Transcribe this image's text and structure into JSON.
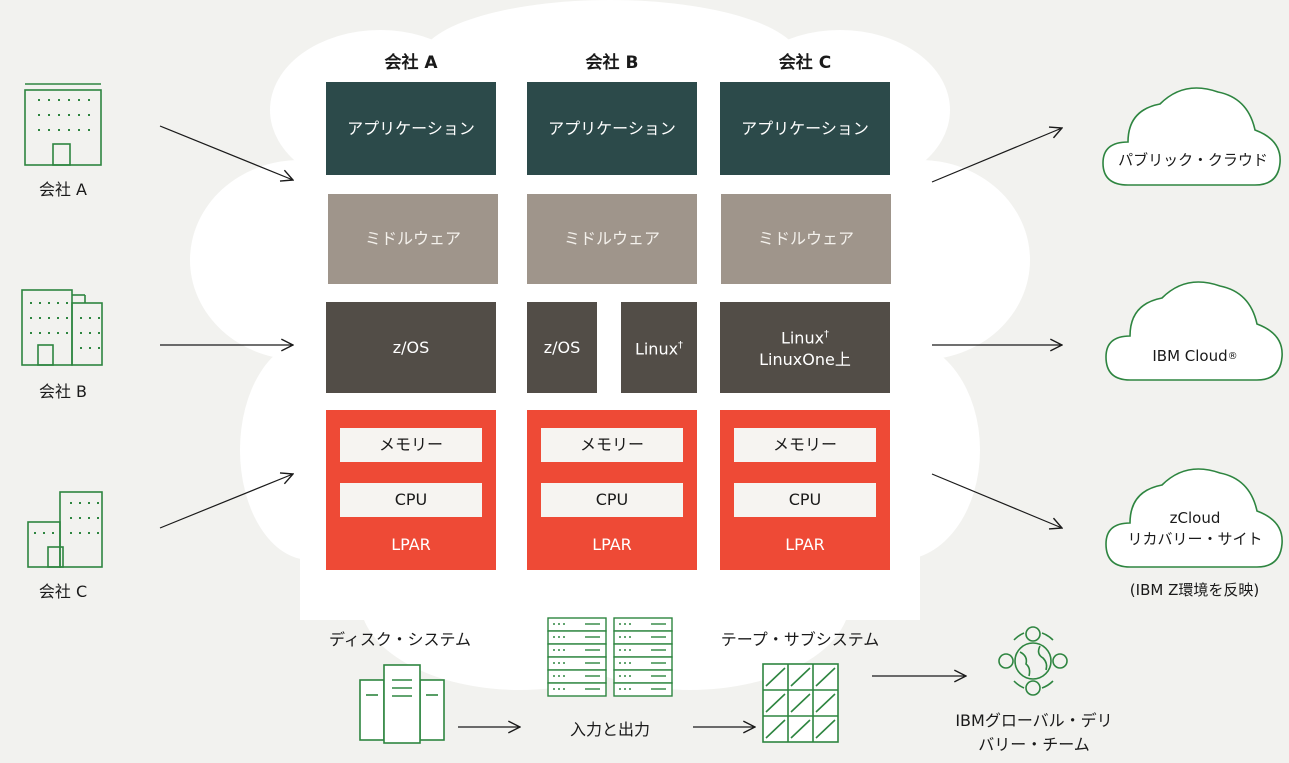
{
  "companies": [
    {
      "header": "会社 A",
      "app": "アプリケーション",
      "middleware": "ミドルウェア",
      "os": "z/OS",
      "memory": "メモリー",
      "cpu": "CPU",
      "lpar": "LPAR"
    },
    {
      "header": "会社 B",
      "app": "アプリケーション",
      "middleware": "ミドルウェア",
      "os_left": "z/OS",
      "os_right": "Linux",
      "os_right_sup": "†",
      "memory": "メモリー",
      "cpu": "CPU",
      "lpar": "LPAR"
    },
    {
      "header": "会社 C",
      "app": "アプリケーション",
      "middleware": "ミドルウェア",
      "os_line1": "Linux",
      "os_line1_sup": "†",
      "os_line2": "LinuxOne上",
      "memory": "メモリー",
      "cpu": "CPU",
      "lpar": "LPAR"
    }
  ],
  "buildings": [
    {
      "label": "会社 A"
    },
    {
      "label": "会社 B"
    },
    {
      "label": "会社 C"
    }
  ],
  "clouds": {
    "public": "パブリック・クラウド",
    "ibm_cloud": "IBM Cloud",
    "ibm_cloud_sup": "®",
    "zcloud_line1": "zCloud",
    "zcloud_line2": "リカバリー・サイト",
    "zcloud_note": "(IBM Z環境を反映)"
  },
  "bottom": {
    "disk": "ディスク・システム",
    "io": "入力と出力",
    "tape": "テープ・サブシステム",
    "delivery_line1": "IBMグローバル・デリ",
    "delivery_line2": "バリー・チーム"
  },
  "colors": {
    "application": "#2c4a4a",
    "middleware": "#9f958b",
    "os": "#524d47",
    "lpar": "#ee4a36",
    "icon_green": "#2e8540",
    "background": "#f2f2ef"
  }
}
